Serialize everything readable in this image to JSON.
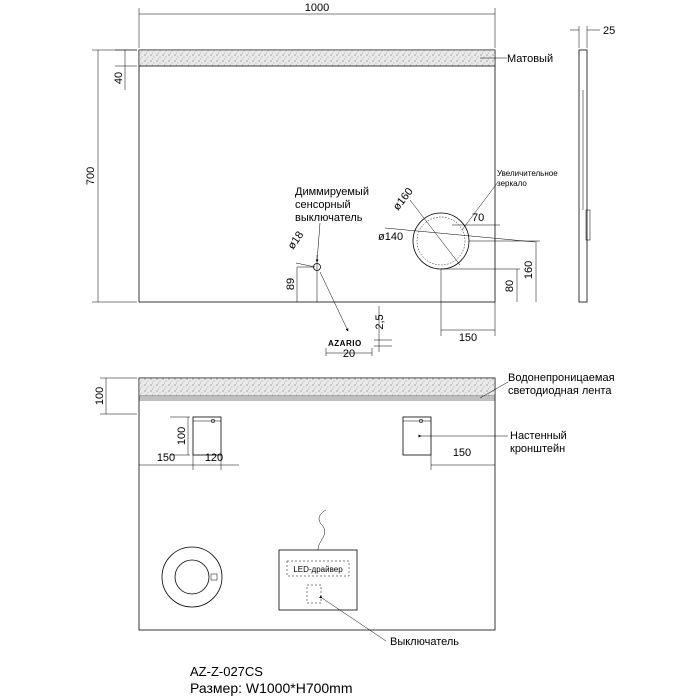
{
  "front_view": {
    "width_dim": "1000",
    "height_dim": "700",
    "frost_dim": "40",
    "depth_dim": "25",
    "frost_label": "Матовый",
    "magnifier_label": [
      "Увеличительное",
      "зеркало"
    ],
    "dia160": "ø160",
    "dia140": "ø140",
    "dim70": "70",
    "dim160": "160",
    "dim80": "80",
    "dim150": "150",
    "switch_label": [
      "Диммируемый",
      "сенсорный",
      "выключатель"
    ],
    "dia18": "ø18",
    "dim89": "89",
    "dim2_5": "2,5",
    "logo_text": "AZARIO",
    "dim20": "20"
  },
  "back_view": {
    "dim100_top": "100",
    "led_strip_label": [
      "Водонепроницаемая",
      "светодиодная лента"
    ],
    "dim100_bracket": "100",
    "dim150_left": "150",
    "dim120": "120",
    "dim150_right": "150",
    "bracket_label": [
      "Настенный",
      "кронштейн"
    ],
    "driver_label": "LED-драйвер",
    "switch_label": "Выключатель"
  },
  "footer": {
    "model": "AZ-Z-027CS",
    "size": "Размер: W1000*H700mm"
  }
}
